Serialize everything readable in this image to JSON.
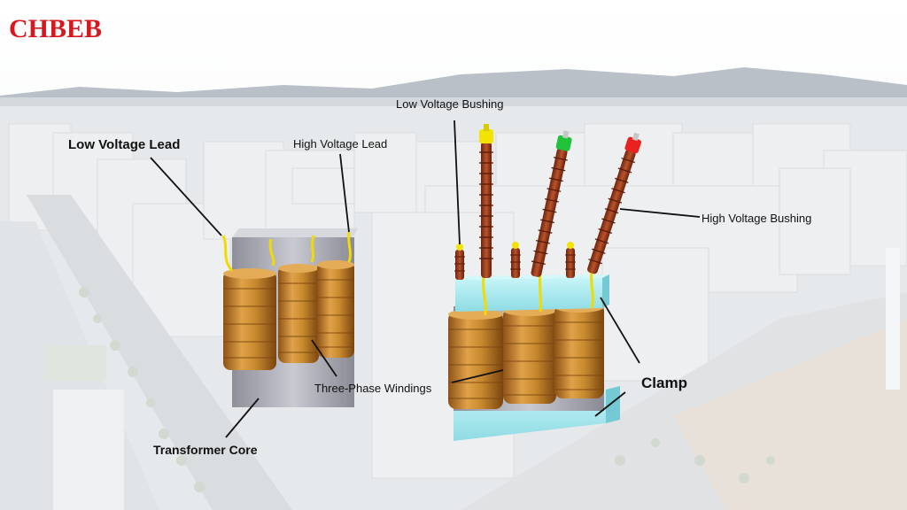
{
  "brand": {
    "logo_text": "CHBEB",
    "color": "#d7191f"
  },
  "labels": {
    "low_voltage_lead": "Low Voltage Lead",
    "high_voltage_lead": "High Voltage Lead",
    "low_voltage_bushing": "Low Voltage Bushing",
    "high_voltage_bushing": "High Voltage Bushing",
    "three_phase_windings": "Three-Phase Windings",
    "transformer_core": "Transformer Core",
    "clamp": "Clamp"
  },
  "colors": {
    "winding": "#c98a2e",
    "core": "#a9a9b3",
    "clamp": "#a8ecf2",
    "bushing": "#a2401e",
    "cap_yellow": "#f2e300",
    "cap_green": "#22c13a",
    "cap_red": "#e8231f"
  }
}
